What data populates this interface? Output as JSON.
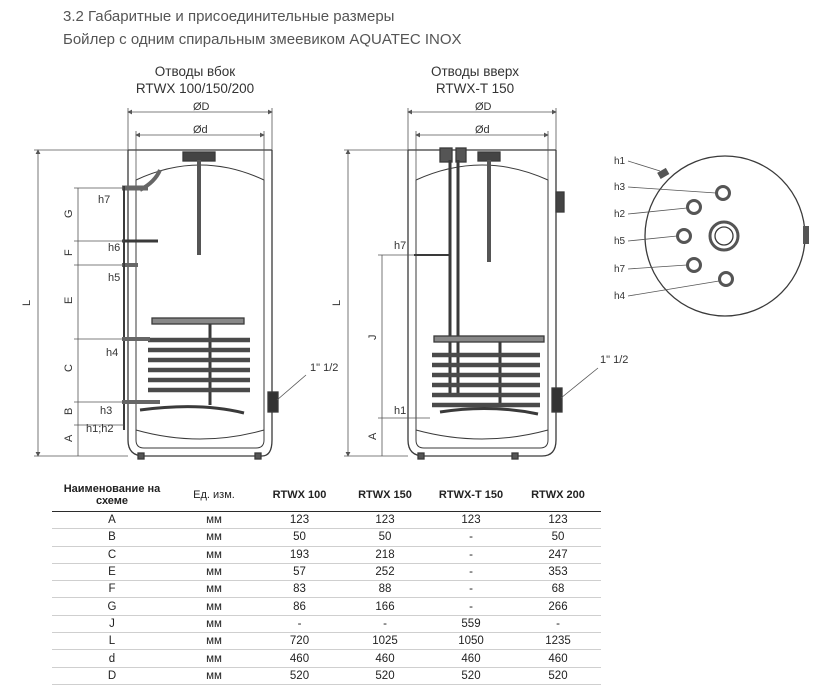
{
  "header": {
    "title": "3.2 Габаритные и присоединительные размеры",
    "subtitle": "Бойлер с одним спиральным змеевиком AQUATEC INOX"
  },
  "left_view": {
    "caption_line1": "Отводы вбок",
    "caption_line2": "RTWX 100/150/200",
    "dim_D": "ØD",
    "dim_d": "Ød",
    "dim_L": "L",
    "dim_G": "G",
    "dim_F": "F",
    "dim_E": "E",
    "dim_C": "C",
    "dim_B": "B",
    "dim_A": "A",
    "h7": "h7",
    "h6": "h6",
    "h5": "h5",
    "h4": "h4",
    "h3": "h3",
    "h1h2": "h1;h2",
    "thread": "1\" 1/2"
  },
  "right_view": {
    "caption_line1": "Отводы вверх",
    "caption_line2": "RTWX-T 150",
    "dim_D": "ØD",
    "dim_d": "Ød",
    "dim_L": "L",
    "dim_J": "J",
    "dim_A": "A",
    "h7": "h7",
    "h1": "h1",
    "thread": "1\" 1/2"
  },
  "top_view": {
    "h1": "h1",
    "h3": "h3",
    "h2": "h2",
    "h5": "h5",
    "h7": "h7",
    "h4": "h4"
  },
  "table": {
    "headers": [
      "Наименование на схеме",
      "Ед. изм.",
      "RTWX 100",
      "RTWX 150",
      "RTWX-T 150",
      "RTWX 200"
    ],
    "rows": [
      [
        "A",
        "мм",
        "123",
        "123",
        "123",
        "123"
      ],
      [
        "B",
        "мм",
        "50",
        "50",
        "-",
        "50"
      ],
      [
        "C",
        "мм",
        "193",
        "218",
        "-",
        "247"
      ],
      [
        "E",
        "мм",
        "57",
        "252",
        "-",
        "353"
      ],
      [
        "F",
        "мм",
        "83",
        "88",
        "-",
        "68"
      ],
      [
        "G",
        "мм",
        "86",
        "166",
        "-",
        "266"
      ],
      [
        "J",
        "мм",
        "-",
        "-",
        "559",
        "-"
      ],
      [
        "L",
        "мм",
        "720",
        "1025",
        "1050",
        "1235"
      ],
      [
        "d",
        "мм",
        "460",
        "460",
        "460",
        "460"
      ],
      [
        "D",
        "мм",
        "520",
        "520",
        "520",
        "520"
      ]
    ]
  },
  "colors": {
    "line": "#3a3a3a",
    "dim": "#555555",
    "rule": "#2b2b2b",
    "thin_rule": "#cfcfcf"
  }
}
